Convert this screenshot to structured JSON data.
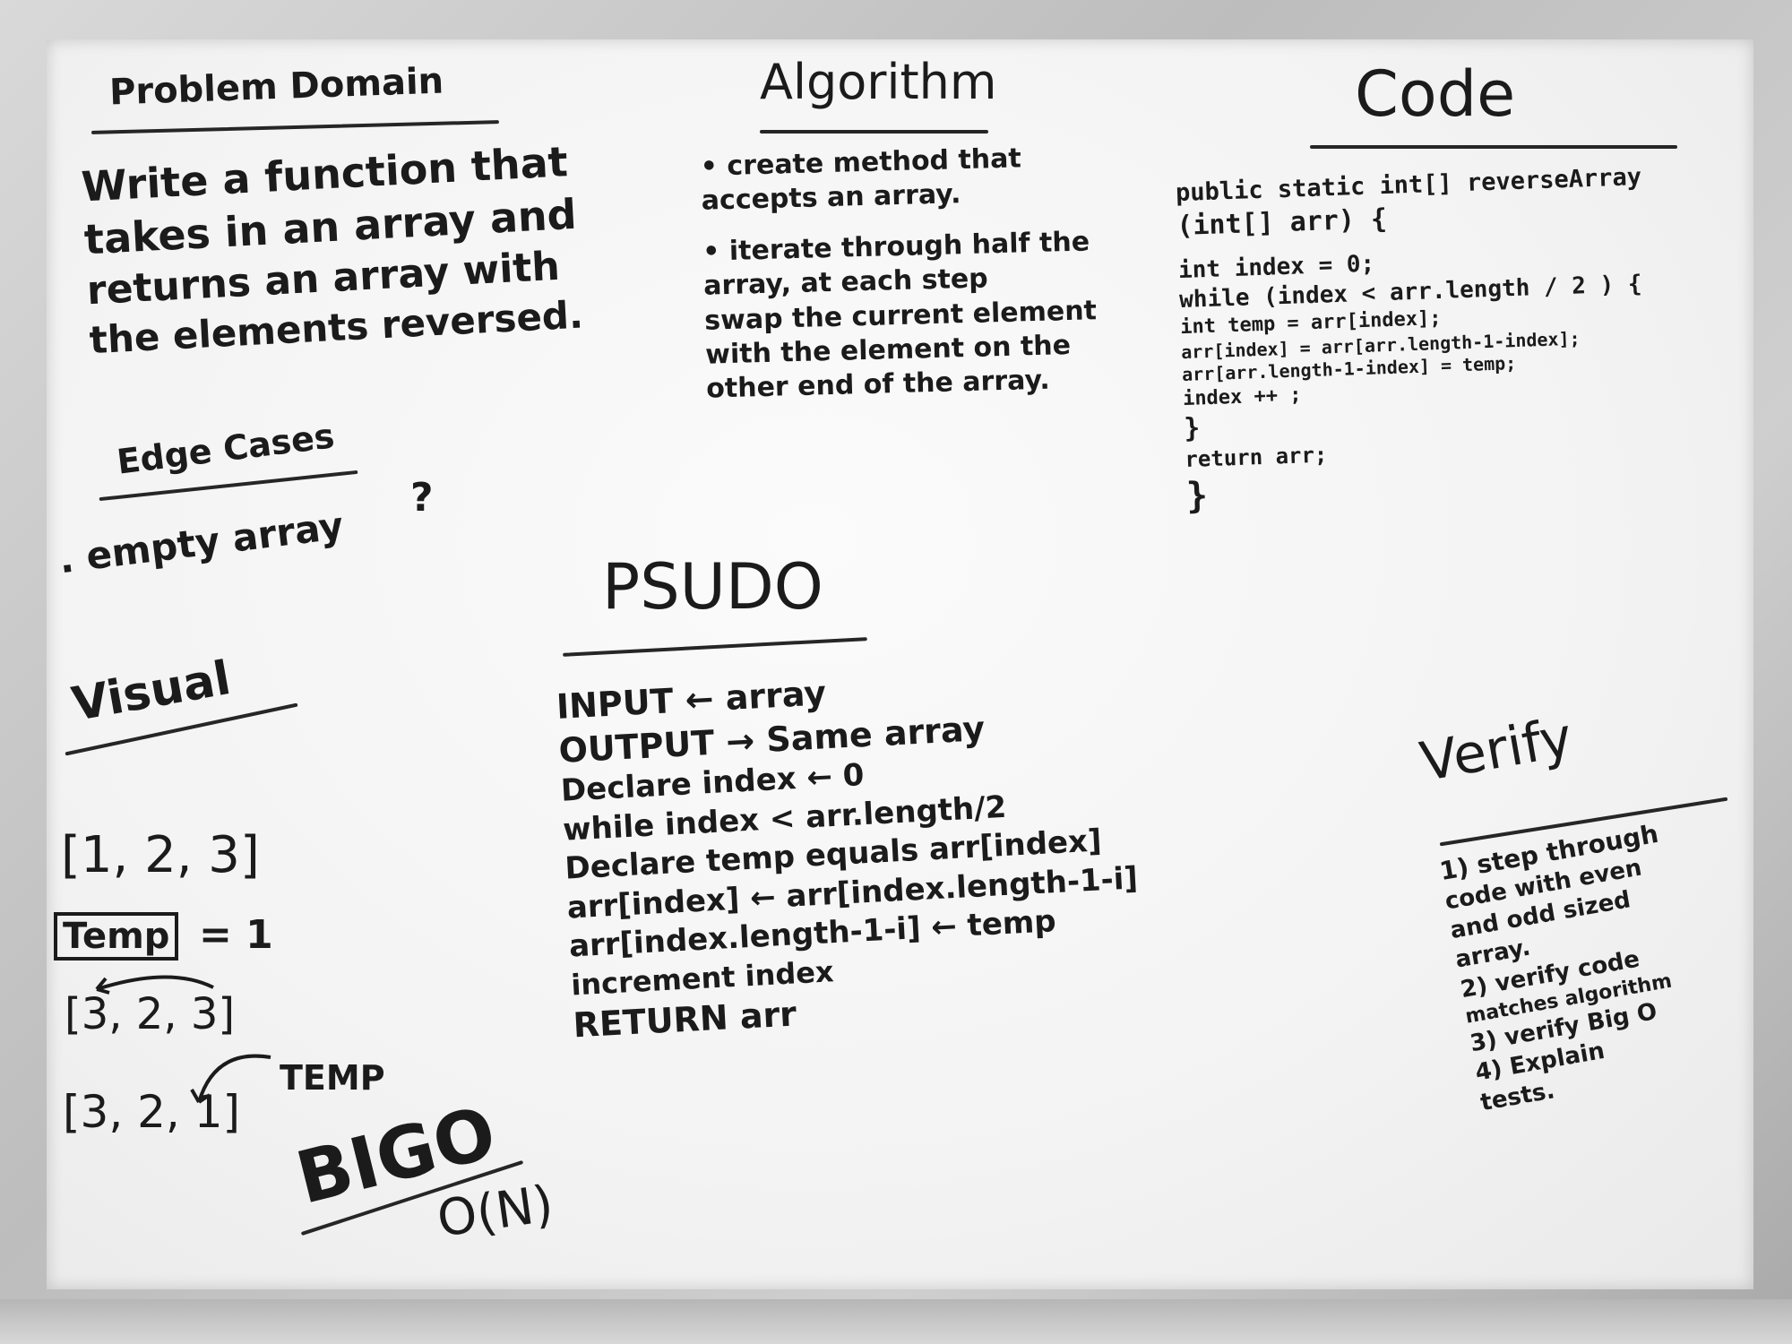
{
  "problem_domain": {
    "heading": "Problem Domain",
    "lines": [
      "Write a function that",
      "takes in an array and",
      "returns an array with",
      "the elements reversed."
    ]
  },
  "edge_cases": {
    "heading": "Edge Cases",
    "item": ". empty array",
    "mark": "?"
  },
  "visual": {
    "heading": "Visual",
    "row1": "[1, 2, 3]",
    "temp_label": "Temp",
    "temp_value": "= 1",
    "row2": "[3, 2, 3]",
    "row3": "[3, 2, 1]",
    "row3_note": "TEMP"
  },
  "bigo": {
    "heading": "BIGO",
    "value": "O(N)"
  },
  "algorithm": {
    "heading": "Algorithm",
    "lines": [
      "• create method that",
      "  accepts an array.",
      "• iterate through half the",
      "  array, at each step",
      "  swap the current element",
      "  with the element on the",
      "  other end of the array."
    ]
  },
  "psudo": {
    "heading": "PSUDO",
    "lines": [
      "INPUT ← array",
      "OUTPUT → Same array",
      "Declare index ← 0",
      "while index < arr.length/2",
      "  Declare temp equals arr[index]",
      "  arr[index] ← arr[index.length-1-i]",
      "  arr[index.length-1-i] ← temp",
      "  increment index",
      "RETURN arr"
    ]
  },
  "code": {
    "heading": "Code",
    "lines": [
      "public static int[] reverseArray",
      "     (int[] arr)  {",
      "  int index = 0;",
      "  while (index < arr.length / 2   ) {",
      "     int temp = arr[index];",
      "     arr[index] = arr[arr.length-1-index];",
      "     arr[arr.length-1-index] = temp;",
      "     index ++ ;",
      "  }",
      " return arr;",
      "}"
    ]
  },
  "verify": {
    "heading": "Verify",
    "lines": [
      "1) step through",
      "   code with even",
      "   and odd sized",
      "   array.",
      "2) verify code",
      "   matches algorithm",
      "3) verify Big O",
      "4) Explain",
      "   tests."
    ]
  },
  "colors": {
    "ink": "#1b1b1b",
    "board": "#f5f5f5",
    "frame": "#c4c4c4"
  }
}
